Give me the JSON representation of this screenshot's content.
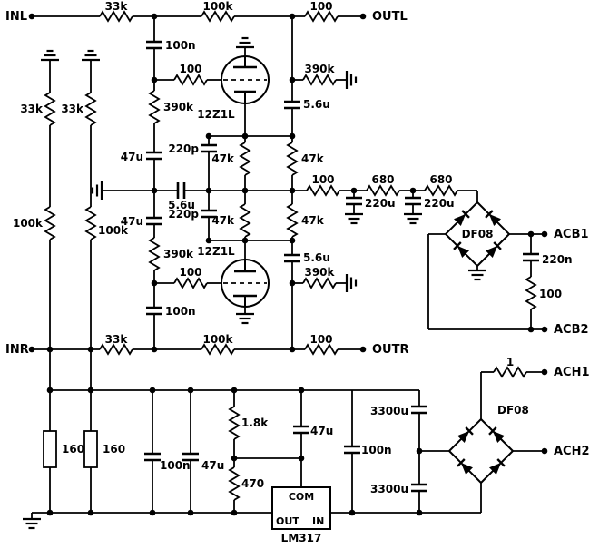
{
  "schematic": {
    "terminals": {
      "inl": "INL",
      "outl": "OUTL",
      "inr": "INR",
      "outr": "OUTR",
      "acb1": "ACB1",
      "acb2": "ACB2",
      "ach1": "ACH1",
      "ach2": "ACH2"
    },
    "top_channel": {
      "r_series_in": "33k",
      "r_series_mid": "100k",
      "r_series_out": "100",
      "c_input": "100n",
      "r_grid_leak": "390k",
      "r_grid_stop": "100",
      "tube": "12Z1L",
      "c_output": "5.6u",
      "r_output_load": "390k"
    },
    "bottom_channel": {
      "r_series_in": "33k",
      "r_series_mid": "100k",
      "r_series_out": "100",
      "c_input": "100n",
      "r_grid_leak": "390k",
      "r_grid_stop": "100",
      "tube": "12Z1L",
      "c_output": "5.6u",
      "r_output_load": "390k"
    },
    "shunt_network": {
      "r33k_a": "33k",
      "r33k_b": "33k",
      "r100k_a": "100k",
      "r100k_b": "100k",
      "c47u_a": "47u",
      "c47u_b": "47u",
      "c_filter": "5.6u"
    },
    "load_network": {
      "c220p_a": "220p",
      "r47k_a": "47k",
      "r47k_b": "47k",
      "c220p_b": "220p",
      "r47k_c": "47k",
      "r47k_d": "47k"
    },
    "b_plus": {
      "r100": "100",
      "r680_a": "680",
      "r680_b": "680",
      "c220u_a": "220u",
      "c220u_b": "220u",
      "bridge": "DF08",
      "c_snubber": "220n",
      "r_snubber": "100"
    },
    "heater": {
      "r_series": "1",
      "bridge": "DF08",
      "c_res_a": "3300u",
      "c_res_b": "3300u",
      "c_in_filter": "100n",
      "c_adj": "47u",
      "r_adj_a": "1.8k",
      "r_adj_b": "470",
      "r_ballast_a": "160",
      "r_ballast_b": "160",
      "c_out_a": "100n",
      "c_out_b": "47u",
      "regulator_part": "LM317",
      "pin_com": "COM",
      "pin_out": "OUT",
      "pin_in": "IN"
    }
  }
}
